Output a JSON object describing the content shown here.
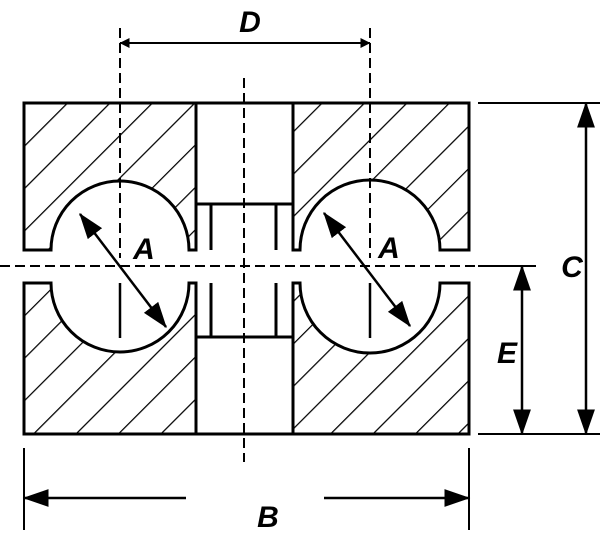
{
  "diagram": {
    "labels": {
      "A_left": "A",
      "A_right": "A",
      "B": "B",
      "C": "C",
      "D": "D",
      "E": "E"
    },
    "colors": {
      "stroke": "#000000",
      "background": "#ffffff"
    }
  }
}
